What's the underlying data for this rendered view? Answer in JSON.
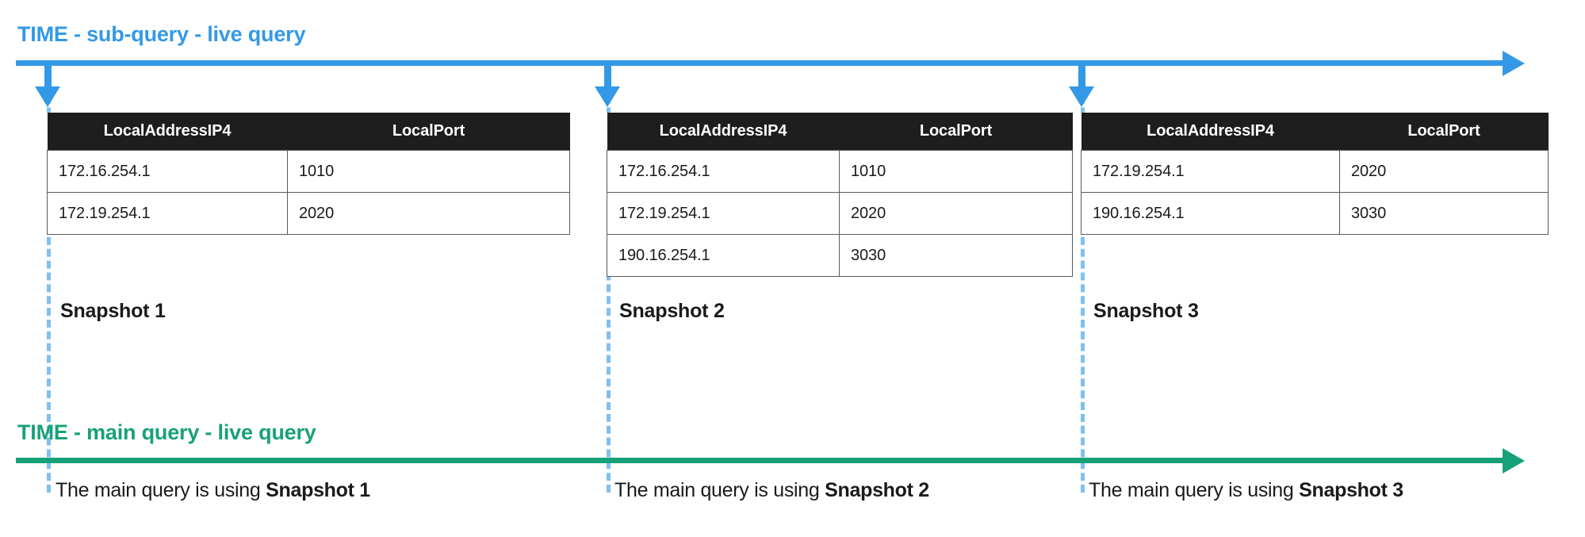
{
  "timelines": {
    "sub_query": {
      "title": "TIME - sub-query - live query",
      "color": "#3399e6"
    },
    "main_query": {
      "title": "TIME - main query - live query",
      "color": "#18a179"
    }
  },
  "table_headers": {
    "col1": "LocalAddressIP4",
    "col2": "LocalPort"
  },
  "snapshots": [
    {
      "caption": "Snapshot 1",
      "usage_prefix": "The main query is using ",
      "usage_strong": "Snapshot 1",
      "rows": [
        {
          "address": "172.16.254.1",
          "port": "1010"
        },
        {
          "address": "172.19.254.1",
          "port": "2020"
        }
      ]
    },
    {
      "caption": "Snapshot 2",
      "usage_prefix": "The main query is using ",
      "usage_strong": "Snapshot 2",
      "rows": [
        {
          "address": "172.16.254.1",
          "port": "1010"
        },
        {
          "address": "172.19.254.1",
          "port": "2020"
        },
        {
          "address": "190.16.254.1",
          "port": "3030"
        }
      ]
    },
    {
      "caption": "Snapshot 3",
      "usage_prefix": "The main query is using ",
      "usage_strong": "Snapshot 3",
      "rows": [
        {
          "address": "172.19.254.1",
          "port": "2020"
        },
        {
          "address": "190.16.254.1",
          "port": "3030"
        }
      ]
    }
  ]
}
